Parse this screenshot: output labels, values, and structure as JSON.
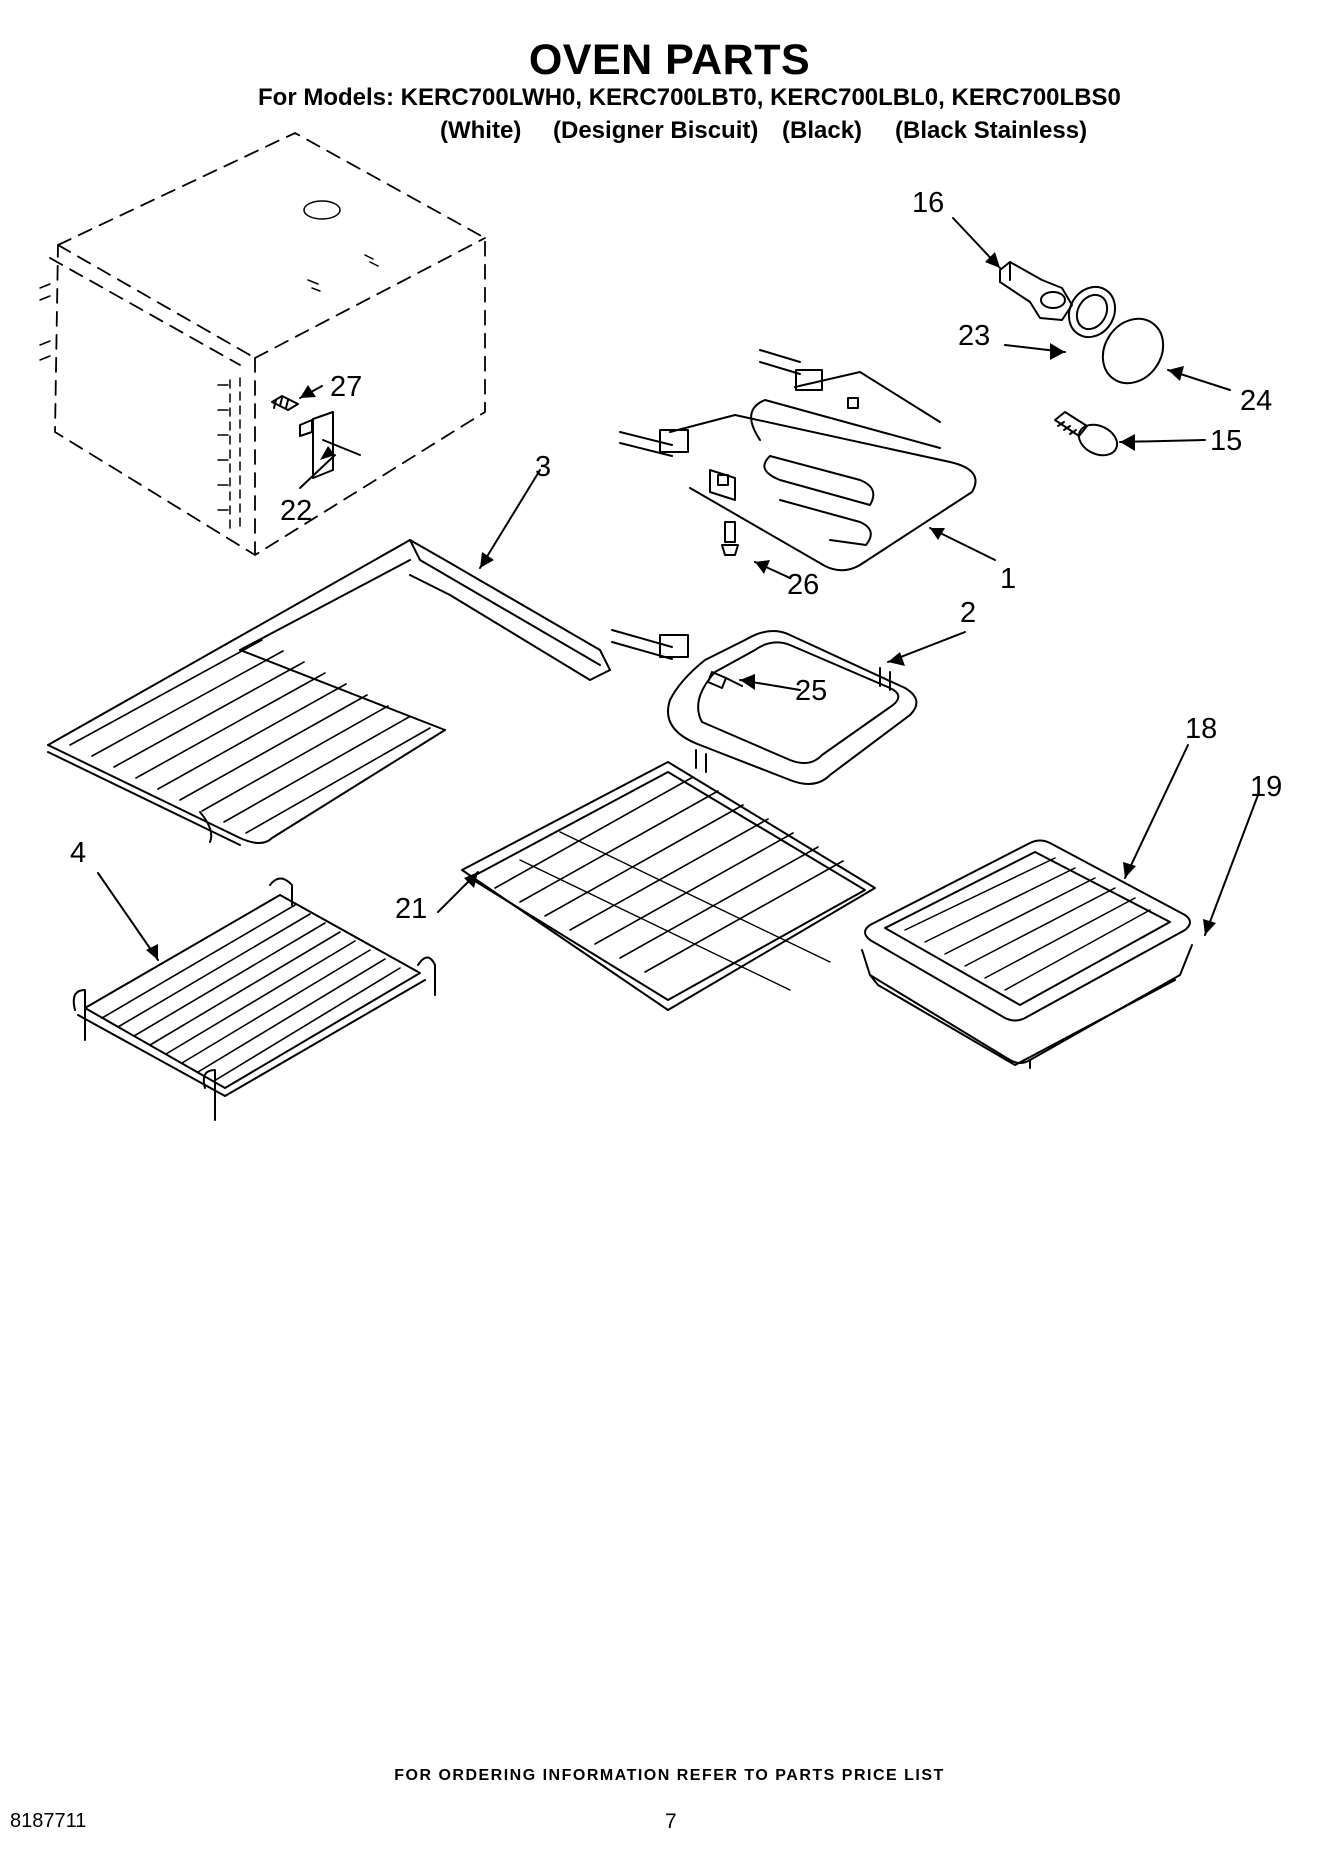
{
  "header": {
    "title": "OVEN PARTS",
    "models_line": "For Models: KERC700LWH0, KERC700LBT0, KERC700LBL0, KERC700LBS0",
    "variants": [
      "(White)",
      "(Designer Biscuit)",
      "(Black)",
      "(Black Stainless)"
    ]
  },
  "callouts": [
    "16",
    "23",
    "24",
    "15",
    "27",
    "22",
    "3",
    "1",
    "26",
    "2",
    "25",
    "4",
    "21",
    "18",
    "19"
  ],
  "footer": {
    "ordering_note": "FOR ORDERING INFORMATION REFER TO PARTS PRICE LIST",
    "document_number": "8187711",
    "page_number": "7"
  },
  "colors": {
    "ink": "#000000",
    "paper": "#ffffff"
  }
}
